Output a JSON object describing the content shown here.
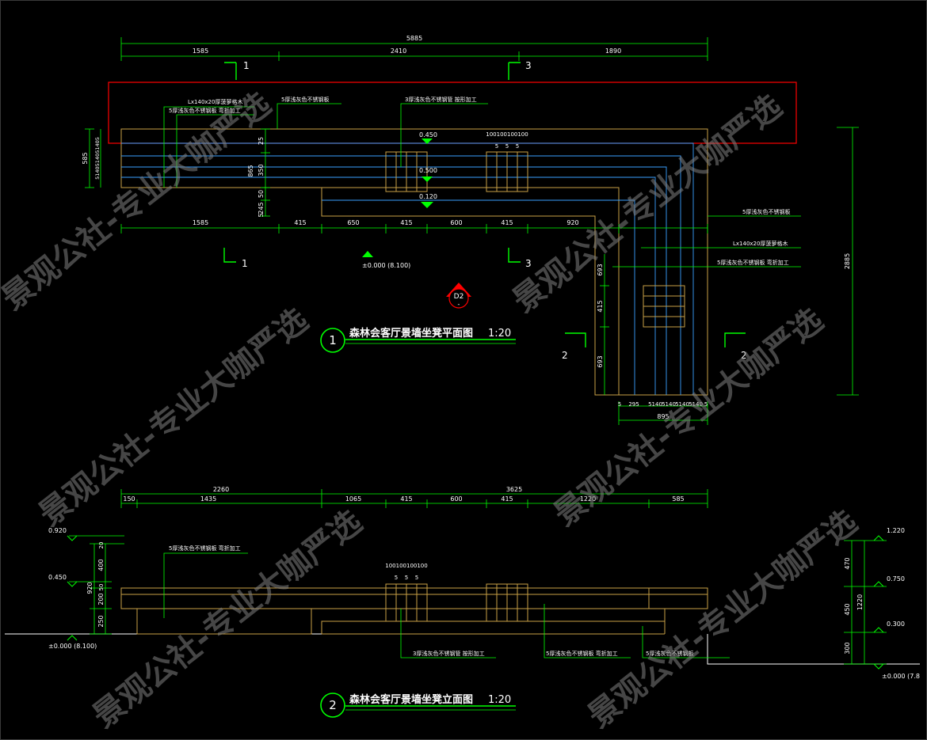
{
  "colors": {
    "background": "#000000",
    "dimension": "#00ff00",
    "outline": "#c8a046",
    "stone": "#3aa0ff",
    "section_box": "#ff0000",
    "text": "#ffffff",
    "watermark": "#808080"
  },
  "watermark_text": "景观公社-专业大咖严选",
  "plan": {
    "title": "森林会客厅景墙坐凳平面图",
    "scale": "1:20",
    "index": "1",
    "top_total": "5885",
    "top_segments": [
      "1585",
      "2410",
      "1890"
    ],
    "bottom_segments": [
      "1585",
      "415",
      "650",
      "415",
      "600",
      "415",
      "920"
    ],
    "left_total": "585",
    "left_small": "5140514051405",
    "inner_left": [
      "25",
      "865",
      "350",
      "50",
      "245",
      "5"
    ],
    "right_total": "2885",
    "vertical_arm": [
      "693",
      "415",
      "693"
    ],
    "bottom_right": [
      "5",
      "295",
      "5140",
      "5140",
      "5140",
      "5140",
      "5"
    ],
    "bottom_right_total": "895",
    "slat_top": "100100100100",
    "slat_sub": [
      "5",
      "5",
      "5"
    ],
    "levels": [
      "0.450",
      "0.500",
      "0.120"
    ],
    "ground_level": "±0.000 (8.100)",
    "section_marks": [
      "1",
      "3",
      "2"
    ],
    "detail_ref": "D2",
    "detail_sub": "-",
    "notes": [
      "Lx140x20厚菠萝格木",
      "5厚浅灰色不锈钢板 弯折加工",
      "5厚浅灰色不锈钢板",
      "3厚浅灰色不锈钢管 按形加工",
      "5厚浅灰色不锈钢板",
      "Lx140x20厚菠萝格木",
      "5厚浅灰色不锈钢板 弯折加工"
    ]
  },
  "elevation": {
    "title": "森林会客厅景墙坐凳立面图",
    "scale": "1:20",
    "index": "2",
    "top_totals": [
      "2260",
      "3625"
    ],
    "top_segments": [
      "150",
      "1435",
      "1065",
      "415",
      "600",
      "415",
      "1220",
      "585"
    ],
    "left_levels": [
      "0.920",
      "0.450",
      "±0.000 (8.100)"
    ],
    "left_dims": [
      "20",
      "400",
      "920",
      "50",
      "200",
      "250"
    ],
    "right_levels": [
      "1.220",
      "0.750",
      "0.300",
      "±0.000 (7.8"
    ],
    "right_dims": [
      "470",
      "450",
      "1220",
      "300"
    ],
    "slat_top": "100100100100",
    "slat_sub": [
      "5",
      "5",
      "5"
    ],
    "notes": [
      "5厚浅灰色不锈钢板 弯折加工",
      "3厚浅灰色不锈钢管 按形加工",
      "5厚浅灰色不锈钢板 弯折加工",
      "5厚浅灰色不锈钢板"
    ]
  }
}
